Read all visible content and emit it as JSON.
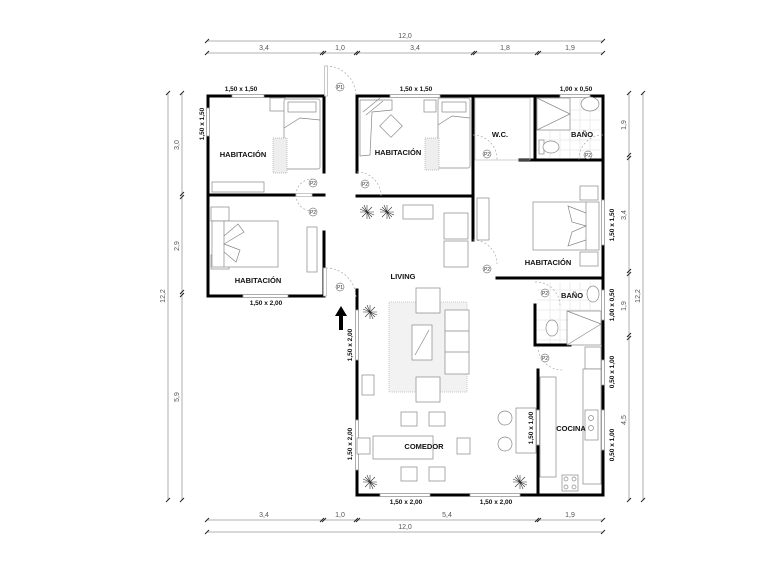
{
  "plan": {
    "rooms": {
      "bedroom_top_left": "HABITACIÓN",
      "bedroom_top_mid": "HABITACIÓN",
      "wc": "W.C.",
      "bath_top": "BAÑO",
      "bedroom_bottom_left": "HABITACIÓN",
      "living": "LIVING",
      "bedroom_right": "HABITACIÓN",
      "bath_right": "BAÑO",
      "dining": "COMEDOR",
      "kitchen": "COCINA"
    },
    "windows": {
      "w_top_left": "1,50 x 1,50",
      "w_left_vertical": "1,50 x 1,50",
      "w_top_mid": "1,50 x 1,50",
      "w_top_right": "1,00 x 0,50",
      "w_right_bedroom": "1,50 x 1,50",
      "w_right_bath": "1,00 x 0,50",
      "w_kitchen_top": "0,50 x 1,00",
      "w_kitchen_bottom": "0,50 x 1,00",
      "w_bedroom_bottom": "1,50 x 2,00",
      "w_entry": "1,50 x 2,00",
      "w_dining_left": "1,50 x 2,00",
      "w_bar": "1,50 x 1,00",
      "w_bottom_1": "1,50 x 2,00",
      "w_bottom_2": "1,50 x 2,00"
    },
    "doors": {
      "p1_top": "P1",
      "p1_entry": "P1",
      "p2": "P2"
    },
    "dimensions": {
      "top_total": "12,0",
      "top_segments": [
        "3,4",
        "1,0",
        "3,4",
        "1,8",
        "1,9"
      ],
      "bottom_total": "12,0",
      "bottom_segments": [
        "3,4",
        "1,0",
        "5,4",
        "1,9"
      ],
      "left_total": "12,2",
      "left_segments": [
        "3,0",
        "2,9",
        "5,9"
      ],
      "right_total": "12,2",
      "right_segments": [
        "1,9",
        "3,4",
        "1,9",
        "4,5"
      ]
    }
  }
}
